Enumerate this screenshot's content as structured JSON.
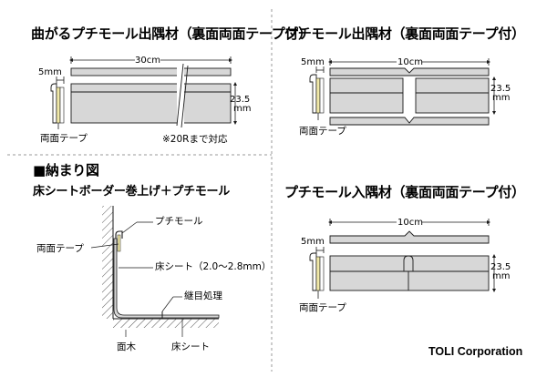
{
  "sections": {
    "bent_corner": {
      "title": "曲がるプチモール出隅材（裏面両面テープ付）",
      "dim_5mm": "5mm",
      "dim_30cm": "30cm",
      "dim_23_5": "23.5",
      "dim_mm": "mm",
      "tape_label": "両面テープ",
      "note": "※20Rまで対応"
    },
    "outer_corner": {
      "title": "プチモール出隅材（裏面両面テープ付）",
      "dim_5mm": "5mm",
      "dim_10cm": "10cm",
      "dim_23_5": "23.5",
      "dim_mm": "mm",
      "tape_label": "両面テープ"
    },
    "installation": {
      "title": "■納まり図",
      "subtitle": "床シートボーダー巻上げ＋プチモール",
      "label_petit_mall": "プチモール",
      "label_tape": "両面テープ",
      "label_sheet_thickness": "床シート（2.0〜2.8mm）",
      "label_joint": "継目処理",
      "label_baseboard": "面木",
      "label_floor_sheet": "床シート"
    },
    "inner_corner": {
      "title": "プチモール入隅材（裏面両面テープ付）",
      "dim_5mm": "5mm",
      "dim_10cm": "10cm",
      "dim_23_5": "23.5",
      "dim_mm": "mm",
      "tape_label": "両面テープ"
    }
  },
  "brand": "TOLI Corporation",
  "colors": {
    "part_fill": "#d7d7d7",
    "tape_fill": "#f1e9a8",
    "line": "#1a1a1a",
    "divider": "#9a9a9a"
  }
}
